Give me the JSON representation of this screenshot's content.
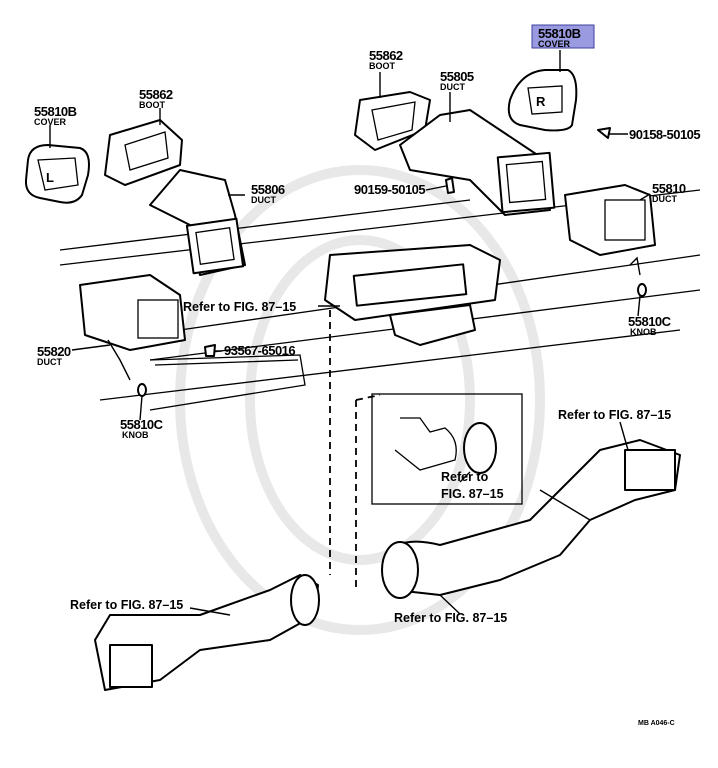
{
  "diagram": {
    "callouts": {
      "cover_right": {
        "number": "55810B",
        "name": "COVER",
        "highlight": "#9a9ae0"
      },
      "boot_top": {
        "number": "55862",
        "name": "BOOT"
      },
      "duct_55805": {
        "number": "55805",
        "name": "DUCT"
      },
      "boot_left": {
        "number": "55862",
        "name": "BOOT"
      },
      "cover_left": {
        "number": "55810B",
        "name": "COVER"
      },
      "screw_right": {
        "number": "90158-50105"
      },
      "duct_55806": {
        "number": "55806",
        "name": "DUCT"
      },
      "screw_mid": {
        "number": "90159-50105"
      },
      "duct_55810": {
        "number": "55810",
        "name": "DUCT"
      },
      "knob_right": {
        "number": "55810C",
        "name": "KNOB"
      },
      "duct_55820": {
        "number": "55820",
        "name": "DUCT"
      },
      "screw_left": {
        "number": "93567-65016"
      },
      "knob_left": {
        "number": "55810C",
        "name": "KNOB"
      }
    },
    "references": {
      "center": "Refer to FIG. 87–15",
      "right": "Refer to FIG. 87–15",
      "inset_line1": "Refer to",
      "inset_line2": "FIG. 87–15",
      "bottom_left": "Refer to FIG. 87–15",
      "bottom_center": "Refer to FIG. 87–15"
    },
    "cover_letters": {
      "left": "L",
      "right": "R"
    },
    "figure_code": "MB A046-C"
  }
}
